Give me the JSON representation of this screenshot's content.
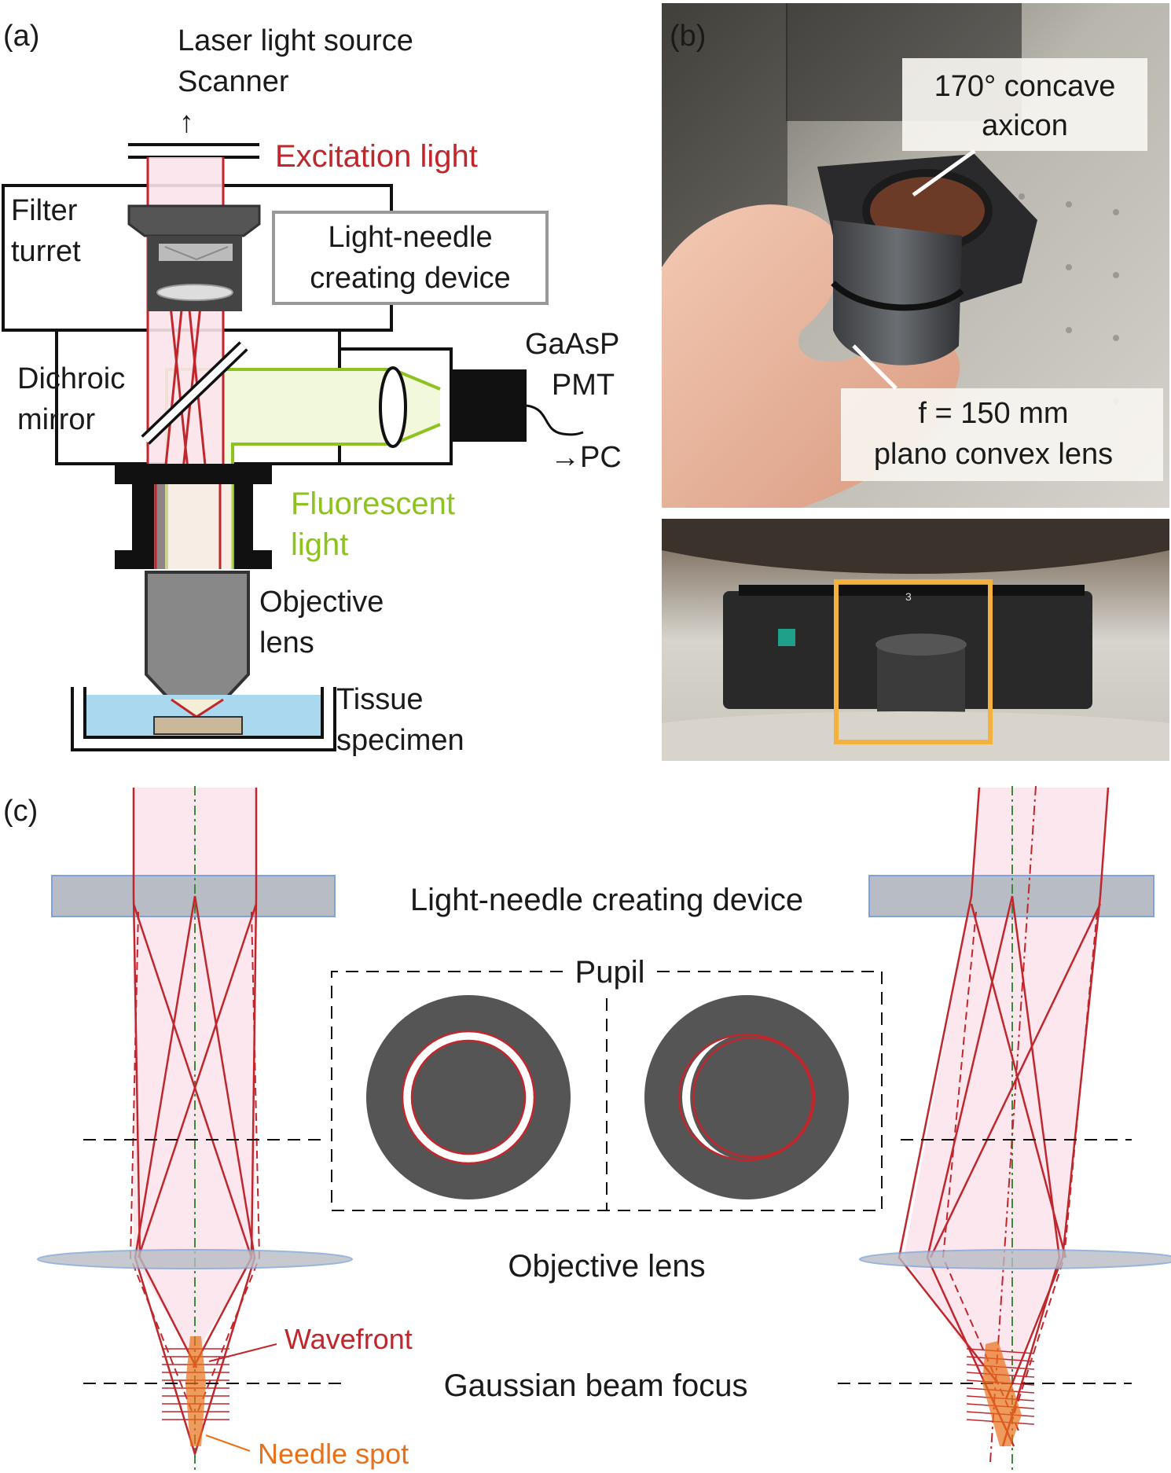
{
  "panels": {
    "a": {
      "panel_label": "(a)",
      "source_line1": "Laser light source",
      "source_line2": "Scanner",
      "source_arrow": "↑",
      "excitation": "Excitation light",
      "filter_line1": "Filter",
      "filter_line2": "turret",
      "device_line1": "Light-needle",
      "device_line2": "creating device",
      "dichroic_line1": "Dichroic",
      "dichroic_line2": "mirror",
      "pmt_line1": "GaAsP",
      "pmt_line2": "PMT",
      "pc": "→PC",
      "fluor_line1": "Fluorescent",
      "fluor_line2": "light",
      "objective_line1": "Objective",
      "objective_line2": "lens",
      "tissue_line1": "Tissue",
      "tissue_line2": "specimen"
    },
    "b": {
      "panel_label": "(b)",
      "axicon_line1": "170° concave",
      "axicon_line2": "axicon",
      "lens_line1": "f = 150 mm",
      "lens_line2": "plano convex lens",
      "photo_bottom_marker": "3"
    },
    "c": {
      "panel_label": "(c)",
      "device": "Light-needle creating device",
      "pupil": "Pupil",
      "objective": "Objective lens",
      "wavefront": "Wavefront",
      "gaussian": "Gaussian beam focus",
      "needle": "Needle spot"
    }
  },
  "colors": {
    "excitation": "#c0272d",
    "fluorescence": "#8dc21f",
    "needle": "#e8711a",
    "beam_fill": "#fbe3ec",
    "fluor_fill": "#f2f8dc",
    "pupil": "#555555",
    "glass": "#b8bcc4",
    "water": "#a9d8ef",
    "highlight_box": "#f3b23d"
  }
}
